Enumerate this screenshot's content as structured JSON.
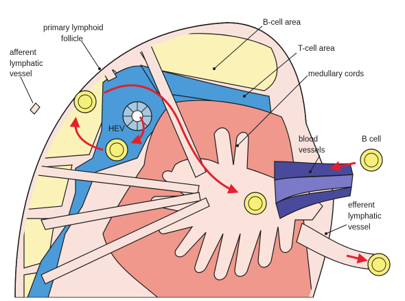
{
  "diagram": {
    "labels": {
      "primary_follicle_1": "primary lymphoid",
      "primary_follicle_2": "follicle",
      "afferent_1": "afferent",
      "afferent_2": "lymphatic",
      "afferent_3": "vessel",
      "b_cell_area": "B-cell area",
      "t_cell_area": "T-cell area",
      "medullary_cords": "medullary cords",
      "hev": "HEV",
      "blood_vessels_1": "blood",
      "blood_vessels_2": "vessels",
      "b_cell": "B cell",
      "efferent_1": "efferent",
      "efferent_2": "lymphatic",
      "efferent_3": "vessel"
    },
    "colors": {
      "capsule": "#fae2dc",
      "follicle": "#fbf2b8",
      "t_cell_zone": "#4a9bd8",
      "medullary_cord": "#f0988c",
      "sinus": "#fbe3dc",
      "blood_vessel": "#4a4a9c",
      "blood_vessel_light": "#7a7ac8",
      "cell_fill": "#f6ef7a",
      "arrow": "#e3202c",
      "outline": "#1a1a1a"
    }
  }
}
